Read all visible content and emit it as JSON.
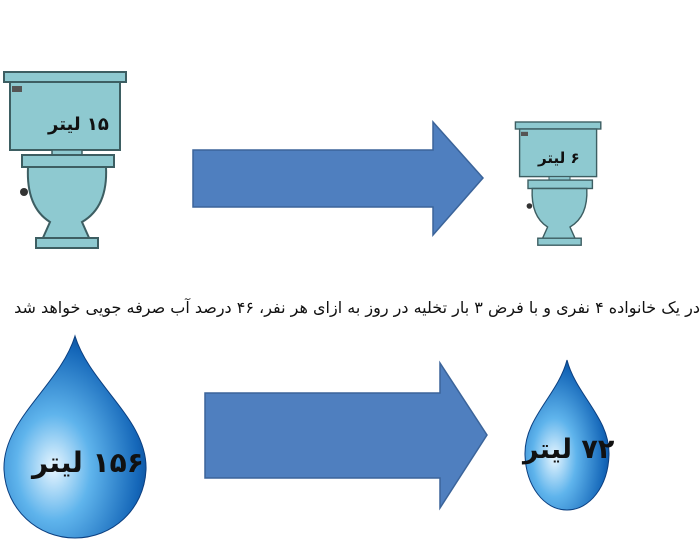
{
  "colors": {
    "toilet": "#8ec9d0",
    "toilet_outline": "#3d5e62",
    "arrow": "#4f7fbf",
    "arrow_outline": "#3b649a",
    "drop": "#1e7fd0"
  },
  "toilet_before": {
    "label": "۱۵ لیتر"
  },
  "toilet_after": {
    "label": "۶ لیتر"
  },
  "caption": "در یک خانواده ۴ نفری و با فرض ۳ بار تخلیه در روز به ازای هر نفر، ۴۶ درصد آب صرفه جویی خواهد شد",
  "drop_before": {
    "label": "۱۵۶ لیتر"
  },
  "drop_after": {
    "label": "۷۲ لیتر"
  }
}
